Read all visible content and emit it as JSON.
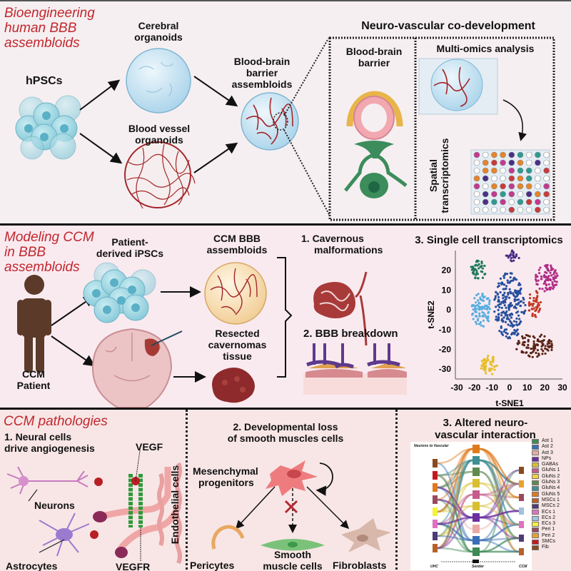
{
  "panel_a": {
    "section_title": [
      "Bioengineering",
      "human BBB",
      "assembloids"
    ],
    "hpscs": "hPSCs",
    "cerebral": [
      "Cerebral",
      "organoids"
    ],
    "vessel": [
      "Blood vessel",
      "organoids"
    ],
    "bbb_assembloids": [
      "Blood-brain",
      "barrier",
      "assembloids"
    ],
    "codev_title": "Neuro-vascular co-development",
    "bbb_box_title": [
      "Blood-brain",
      "barrier"
    ],
    "omics_title": "Multi-omics analysis",
    "spatial": [
      "Spatial",
      "transcriptomics"
    ],
    "spatial_grid": [
      [
        "#c4398f",
        "#ffffff",
        "#e6842a",
        "#e6842a",
        "#4a2f86",
        "#2f9a94",
        "#ffffff",
        "#2f9a94",
        "#ffffff"
      ],
      [
        "#ffffff",
        "#e6842a",
        "#c93b3b",
        "#c4398f",
        "#4a2f86",
        "#e6842a",
        "#ffffff",
        "#4a2f86",
        "#ffffff"
      ],
      [
        "#ffffff",
        "#e6842a",
        "#e6842a",
        "#ffffff",
        "#c4398f",
        "#2f9a94",
        "#2f9a94",
        "#ffffff",
        "#c93b3b"
      ],
      [
        "#e6842a",
        "#4a2f86",
        "#ffffff",
        "#ffffff",
        "#c93b3b",
        "#e6842a",
        "#2f9a94",
        "#ffffff",
        "#ffffff"
      ],
      [
        "#c4398f",
        "#ffffff",
        "#e6842a",
        "#c93b3b",
        "#c4398f",
        "#e6842a",
        "#e6842a",
        "#ffffff",
        "#c4398f"
      ],
      [
        "#ffffff",
        "#4a2f86",
        "#c4398f",
        "#2f9a94",
        "#c4398f",
        "#ffffff",
        "#4a2f86",
        "#e6842a",
        "#c93b3b"
      ],
      [
        "#ffffff",
        "#4a2f86",
        "#2f9a94",
        "#c4398f",
        "#ffffff",
        "#2f9a94",
        "#c93b3b",
        "#c4398f",
        "#ffffff"
      ],
      [
        "#ffffff",
        "#ffffff",
        "#ffffff",
        "#ffffff",
        "#c93b3b",
        "#ffffff",
        "#ffffff",
        "#c93b3b",
        "#ffffff"
      ]
    ]
  },
  "panel_b": {
    "section_title": [
      "Modeling CCM",
      "in BBB",
      "assembloids"
    ],
    "patient_ipscs": [
      "Patient-",
      "derived iPSCs"
    ],
    "ccm_bbb": [
      "CCM BBB",
      "assembloids"
    ],
    "resected": [
      "Resected",
      "cavernomas",
      "tissue"
    ],
    "patient": [
      "CCM",
      "Patient"
    ],
    "cavernous": [
      "1.  Cavernous",
      "malformations"
    ],
    "bbb_breakdown": "2. BBB breakdown",
    "sc_title": "3. Single cell transcriptomics"
  },
  "chart_data": {
    "type": "scatter",
    "title": "3. Single cell transcriptomics",
    "xlabel": "t-SNE1",
    "ylabel": "t-SNE2",
    "xlim": [
      -30,
      30
    ],
    "ylim": [
      -35,
      30
    ],
    "xticks": [
      "-30",
      "-20",
      "-10",
      "0",
      "10",
      "20",
      "30"
    ],
    "yticks": [
      "20",
      "10",
      "0",
      "-10",
      "-20",
      "-30"
    ],
    "ytick_values": [
      20,
      10,
      0,
      -10,
      -20,
      -30
    ],
    "xtick_values": [
      -30,
      -20,
      -10,
      0,
      10,
      20,
      30
    ],
    "clusters": [
      {
        "name": "green",
        "color": "#1f7a5a",
        "cx": -18,
        "cy": 20,
        "rx": 4.5,
        "ry": 5,
        "n": 45
      },
      {
        "name": "light-blue",
        "color": "#5aaee0",
        "cx": -16,
        "cy": 0,
        "rx": 5.5,
        "ry": 9,
        "n": 90
      },
      {
        "name": "dark-blue",
        "color": "#274f9c",
        "cx": 0,
        "cy": 2,
        "rx": 9,
        "ry": 17,
        "n": 220
      },
      {
        "name": "purple",
        "color": "#4b2d85",
        "cx": 2,
        "cy": 27,
        "rx": 4,
        "ry": 3,
        "n": 22
      },
      {
        "name": "magenta",
        "color": "#b02c86",
        "cx": 21,
        "cy": 16,
        "rx": 6.5,
        "ry": 7,
        "n": 85
      },
      {
        "name": "red",
        "color": "#c23b25",
        "cx": 14,
        "cy": 3,
        "rx": 4,
        "ry": 7,
        "n": 50
      },
      {
        "name": "brown",
        "color": "#5a2415",
        "cx": 14,
        "cy": -18,
        "rx": 11,
        "ry": 6,
        "n": 95
      },
      {
        "name": "yellow",
        "color": "#e6be2a",
        "cx": -12,
        "cy": -28,
        "rx": 5,
        "ry": 5,
        "n": 55
      }
    ]
  },
  "panel_c": {
    "section_title": "CCM pathologies",
    "neural_title": [
      "1. Neural cells",
      "drive angiogenesis"
    ],
    "vegf": "VEGF",
    "vegfr": "VEGFR",
    "neurons": "Neurons",
    "astrocytes": "Astrocytes",
    "endothelial": "Endothelial cells",
    "dev_title": [
      "2. Developmental loss",
      "of smooth muscles cells"
    ],
    "mesenchymal": [
      "Mesenchymal",
      "progenitors"
    ],
    "pericytes": "Pericytes",
    "smc": [
      "Smooth",
      "muscle cells"
    ],
    "fibroblasts": "Fibroblasts",
    "altered_title": [
      "3. Altered neuro-",
      "vascular interaction"
    ],
    "sankey_title": "Neurons to Vascular",
    "axis_left": "UHC",
    "axis_mid": "Sender",
    "axis_right": "CCM",
    "legend": [
      {
        "label": "Ast 1",
        "color": "#3d8a55"
      },
      {
        "label": "Ast 2",
        "color": "#3a6fb5"
      },
      {
        "label": "Ast 3",
        "color": "#e8aaa4"
      },
      {
        "label": "NPs",
        "color": "#6b2fa0"
      },
      {
        "label": "GABAs",
        "color": "#d9bf30"
      },
      {
        "label": "GluNs 1",
        "color": "#c45b8a"
      },
      {
        "label": "GluNs 2",
        "color": "#f0d23a"
      },
      {
        "label": "GluNs 3",
        "color": "#5e8a4f"
      },
      {
        "label": "GluNs 4",
        "color": "#3f8f92"
      },
      {
        "label": "GluNs 5",
        "color": "#e07a1c"
      },
      {
        "label": "MSCs 1",
        "color": "#b8602c"
      },
      {
        "label": "MSCs 2",
        "color": "#4f3a78"
      },
      {
        "label": "ECs 1",
        "color": "#e070c0"
      },
      {
        "label": "ECs 2",
        "color": "#9ec3dd"
      },
      {
        "label": "ECs 3",
        "color": "#f6f23a"
      },
      {
        "label": "Peri 1",
        "color": "#9a4a5e"
      },
      {
        "label": "Peri 2",
        "color": "#e8a22e"
      },
      {
        "label": "SMCs",
        "color": "#c8161d"
      },
      {
        "label": "Fib",
        "color": "#8a4a1e"
      }
    ]
  }
}
